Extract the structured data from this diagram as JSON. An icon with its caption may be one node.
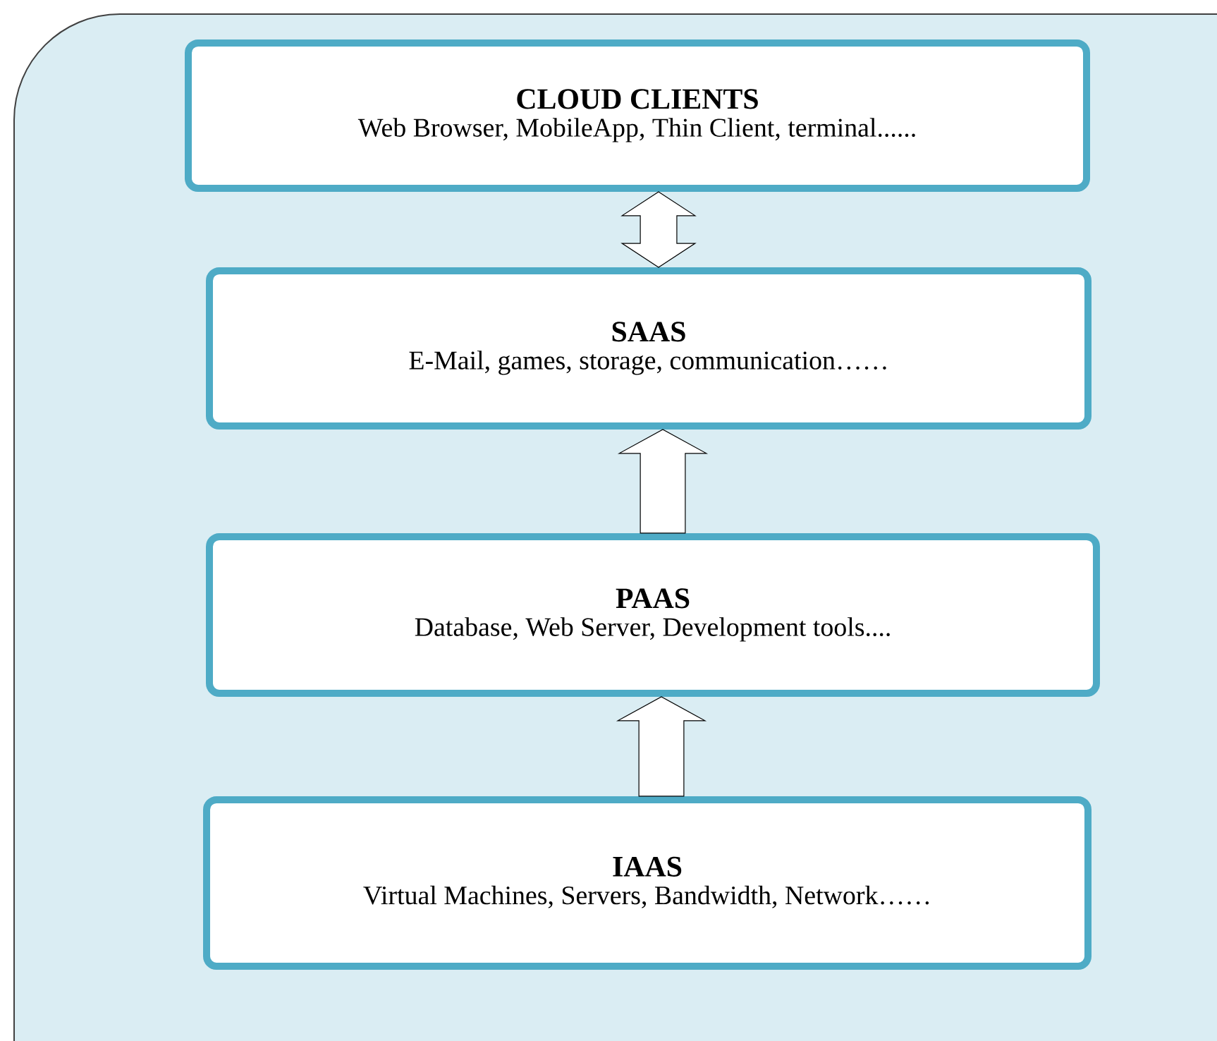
{
  "diagram": {
    "nodes": [
      {
        "text": [
          "CLOUD CLIENTS",
          "Web Browser, MobileApp, Thin Client, terminal......"
        ]
      },
      {
        "text": [
          "SAAS",
          "E-Mail, games, storage, communication……"
        ]
      },
      {
        "text": [
          "PAAS",
          "Database, Web Server, Development tools...."
        ]
      },
      {
        "text": [
          "IAAS",
          "Virtual Machines, Servers, Bandwidth, Network……"
        ]
      }
    ],
    "edges": [
      {
        "from": 0,
        "to": 1,
        "arrow": "both"
      },
      {
        "from": 2,
        "to": 1,
        "arrow": "to"
      },
      {
        "from": 3,
        "to": 2,
        "arrow": "to"
      }
    ]
  }
}
